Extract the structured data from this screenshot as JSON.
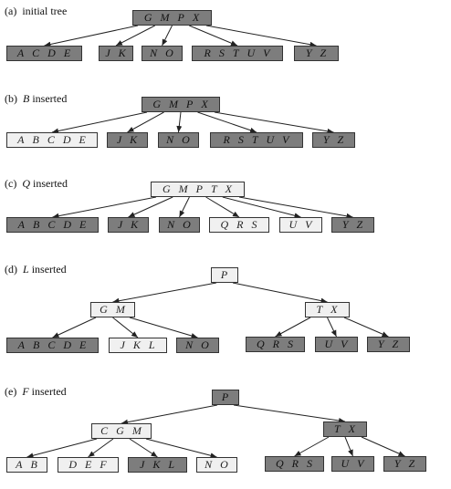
{
  "colors": {
    "dark_node": "#7d7d7d",
    "light_node": "#f0f0f0",
    "border": "#333333",
    "edge": "#222222"
  },
  "panels": [
    {
      "caption": {
        "pre": "(a)  ",
        "key": "",
        "post": "initial tree"
      },
      "nodes": [
        {
          "id": "root",
          "keys": [
            "G",
            "M",
            "P",
            "X"
          ],
          "shade": "dark"
        },
        {
          "id": "c1",
          "keys": [
            "A",
            "C",
            "D",
            "E"
          ],
          "shade": "dark"
        },
        {
          "id": "c2",
          "keys": [
            "J",
            "K"
          ],
          "shade": "dark"
        },
        {
          "id": "c3",
          "keys": [
            "N",
            "O"
          ],
          "shade": "dark"
        },
        {
          "id": "c4",
          "keys": [
            "R",
            "S",
            "T",
            "U",
            "V"
          ],
          "shade": "dark"
        },
        {
          "id": "c5",
          "keys": [
            "Y",
            "Z"
          ],
          "shade": "dark"
        }
      ],
      "edges": [
        [
          "root",
          "c1"
        ],
        [
          "root",
          "c2"
        ],
        [
          "root",
          "c3"
        ],
        [
          "root",
          "c4"
        ],
        [
          "root",
          "c5"
        ]
      ]
    },
    {
      "caption": {
        "pre": "(b)  ",
        "key": "B",
        "post": " inserted"
      },
      "nodes": [
        {
          "id": "root",
          "keys": [
            "G",
            "M",
            "P",
            "X"
          ],
          "shade": "dark"
        },
        {
          "id": "c1",
          "keys": [
            "A",
            "B",
            "C",
            "D",
            "E"
          ],
          "shade": "light"
        },
        {
          "id": "c2",
          "keys": [
            "J",
            "K"
          ],
          "shade": "dark"
        },
        {
          "id": "c3",
          "keys": [
            "N",
            "O"
          ],
          "shade": "dark"
        },
        {
          "id": "c4",
          "keys": [
            "R",
            "S",
            "T",
            "U",
            "V"
          ],
          "shade": "dark"
        },
        {
          "id": "c5",
          "keys": [
            "Y",
            "Z"
          ],
          "shade": "dark"
        }
      ],
      "edges": [
        [
          "root",
          "c1"
        ],
        [
          "root",
          "c2"
        ],
        [
          "root",
          "c3"
        ],
        [
          "root",
          "c4"
        ],
        [
          "root",
          "c5"
        ]
      ]
    },
    {
      "caption": {
        "pre": "(c)  ",
        "key": "Q",
        "post": " inserted"
      },
      "nodes": [
        {
          "id": "root",
          "keys": [
            "G",
            "M",
            "P",
            "T",
            "X"
          ],
          "shade": "light"
        },
        {
          "id": "c1",
          "keys": [
            "A",
            "B",
            "C",
            "D",
            "E"
          ],
          "shade": "dark"
        },
        {
          "id": "c2",
          "keys": [
            "J",
            "K"
          ],
          "shade": "dark"
        },
        {
          "id": "c3",
          "keys": [
            "N",
            "O"
          ],
          "shade": "dark"
        },
        {
          "id": "c4",
          "keys": [
            "Q",
            "R",
            "S"
          ],
          "shade": "light"
        },
        {
          "id": "c5",
          "keys": [
            "U",
            "V"
          ],
          "shade": "light"
        },
        {
          "id": "c6",
          "keys": [
            "Y",
            "Z"
          ],
          "shade": "dark"
        }
      ],
      "edges": [
        [
          "root",
          "c1"
        ],
        [
          "root",
          "c2"
        ],
        [
          "root",
          "c3"
        ],
        [
          "root",
          "c4"
        ],
        [
          "root",
          "c5"
        ],
        [
          "root",
          "c6"
        ]
      ]
    },
    {
      "caption": {
        "pre": "(d)  ",
        "key": "L",
        "post": " inserted"
      },
      "nodes": [
        {
          "id": "root",
          "keys": [
            "P"
          ],
          "shade": "light"
        },
        {
          "id": "l",
          "keys": [
            "G",
            "M"
          ],
          "shade": "light"
        },
        {
          "id": "r",
          "keys": [
            "T",
            "X"
          ],
          "shade": "light"
        },
        {
          "id": "l1",
          "keys": [
            "A",
            "B",
            "C",
            "D",
            "E"
          ],
          "shade": "dark"
        },
        {
          "id": "l2",
          "keys": [
            "J",
            "K",
            "L"
          ],
          "shade": "light"
        },
        {
          "id": "l3",
          "keys": [
            "N",
            "O"
          ],
          "shade": "dark"
        },
        {
          "id": "r1",
          "keys": [
            "Q",
            "R",
            "S"
          ],
          "shade": "dark"
        },
        {
          "id": "r2",
          "keys": [
            "U",
            "V"
          ],
          "shade": "dark"
        },
        {
          "id": "r3",
          "keys": [
            "Y",
            "Z"
          ],
          "shade": "dark"
        }
      ],
      "edges": [
        [
          "root",
          "l"
        ],
        [
          "root",
          "r"
        ],
        [
          "l",
          "l1"
        ],
        [
          "l",
          "l2"
        ],
        [
          "l",
          "l3"
        ],
        [
          "r",
          "r1"
        ],
        [
          "r",
          "r2"
        ],
        [
          "r",
          "r3"
        ]
      ]
    },
    {
      "caption": {
        "pre": "(e)  ",
        "key": "F",
        "post": " inserted"
      },
      "nodes": [
        {
          "id": "root",
          "keys": [
            "P"
          ],
          "shade": "dark"
        },
        {
          "id": "l",
          "keys": [
            "C",
            "G",
            "M"
          ],
          "shade": "light"
        },
        {
          "id": "r",
          "keys": [
            "T",
            "X"
          ],
          "shade": "dark"
        },
        {
          "id": "l1",
          "keys": [
            "A",
            "B"
          ],
          "shade": "light"
        },
        {
          "id": "l2",
          "keys": [
            "D",
            "E",
            "F"
          ],
          "shade": "light"
        },
        {
          "id": "l3",
          "keys": [
            "J",
            "K",
            "L"
          ],
          "shade": "dark"
        },
        {
          "id": "l4",
          "keys": [
            "N",
            "O"
          ],
          "shade": "light"
        },
        {
          "id": "r1",
          "keys": [
            "Q",
            "R",
            "S"
          ],
          "shade": "dark"
        },
        {
          "id": "r2",
          "keys": [
            "U",
            "V"
          ],
          "shade": "dark"
        },
        {
          "id": "r3",
          "keys": [
            "Y",
            "Z"
          ],
          "shade": "dark"
        }
      ],
      "edges": [
        [
          "root",
          "l"
        ],
        [
          "root",
          "r"
        ],
        [
          "l",
          "l1"
        ],
        [
          "l",
          "l2"
        ],
        [
          "l",
          "l3"
        ],
        [
          "l",
          "l4"
        ],
        [
          "r",
          "r1"
        ],
        [
          "r",
          "r2"
        ],
        [
          "r",
          "r3"
        ]
      ]
    }
  ]
}
